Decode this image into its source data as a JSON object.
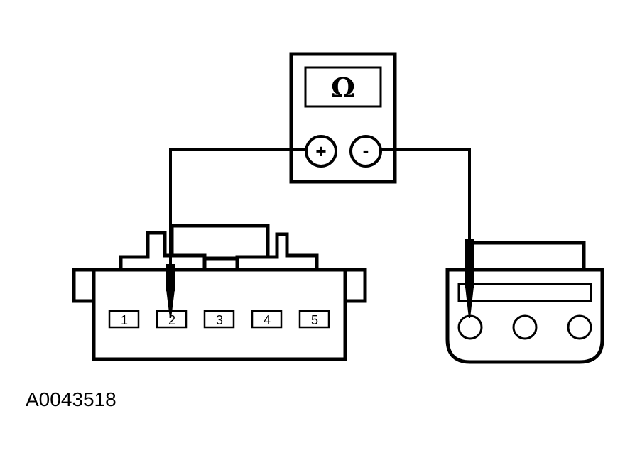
{
  "meter": {
    "display_symbol": "Ω",
    "positive_label": "+",
    "negative_label": "-"
  },
  "connector": {
    "pins": [
      "1",
      "2",
      "3",
      "4",
      "5"
    ]
  },
  "figure_id": "A0043518"
}
